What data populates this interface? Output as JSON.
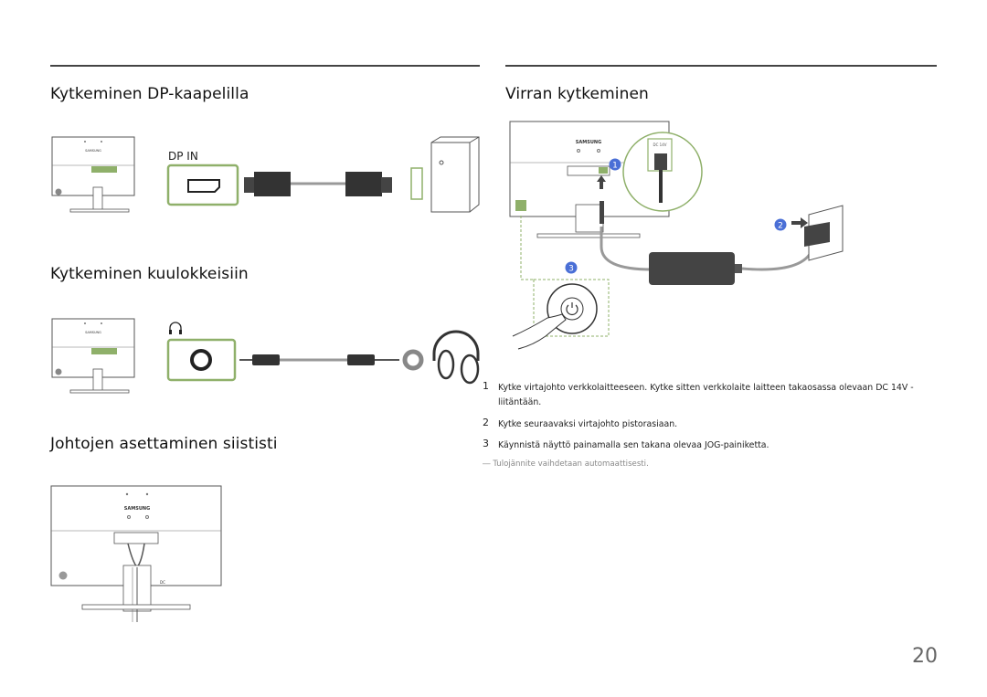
{
  "sections": {
    "dp": {
      "title": "Kytkeminen DP-kaapelilla",
      "port_label": "DP IN"
    },
    "headphones": {
      "title": "Kytkeminen kuulokkeisiin"
    },
    "cables": {
      "title": "Johtojen asettaminen siististi"
    },
    "power": {
      "title": "Virran kytkeminen",
      "callouts": [
        "1",
        "2",
        "3"
      ],
      "steps": [
        {
          "num": "1",
          "text": "Kytke virtajohto verkkolaitteeseen. Kytke sitten verkkolaite laitteen takaosassa olevaan DC 14V -liitäntään."
        },
        {
          "num": "2",
          "text": "Kytke seuraavaksi virtajohto pistorasiaan."
        },
        {
          "num": "3",
          "text": "Käynnistä näyttö painamalla sen takana olevaa JOG-painiketta."
        }
      ],
      "note": "Tulojännite vaihdetaan automaattisesti.",
      "dc_label": "DC 14V"
    }
  },
  "monitor_brand": "SAMSUNG",
  "page_number": "20",
  "colors": {
    "accent_green": "#8fb06a",
    "callout_blue": "#4a6fd6",
    "rule": "#444444"
  }
}
